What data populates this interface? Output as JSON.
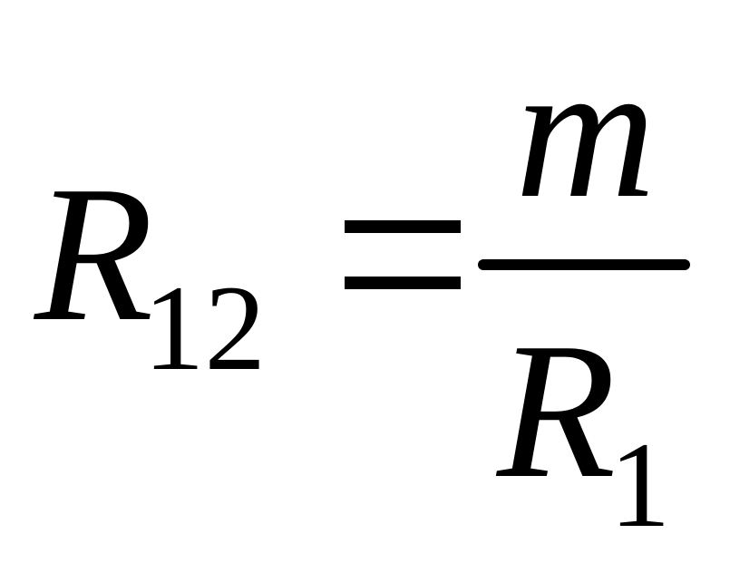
{
  "equation": {
    "lhs": {
      "variable": "R",
      "subscript": "12"
    },
    "relation": "=",
    "rhs": {
      "numerator": "m",
      "denominator": {
        "variable": "R",
        "subscript": "1"
      }
    }
  }
}
